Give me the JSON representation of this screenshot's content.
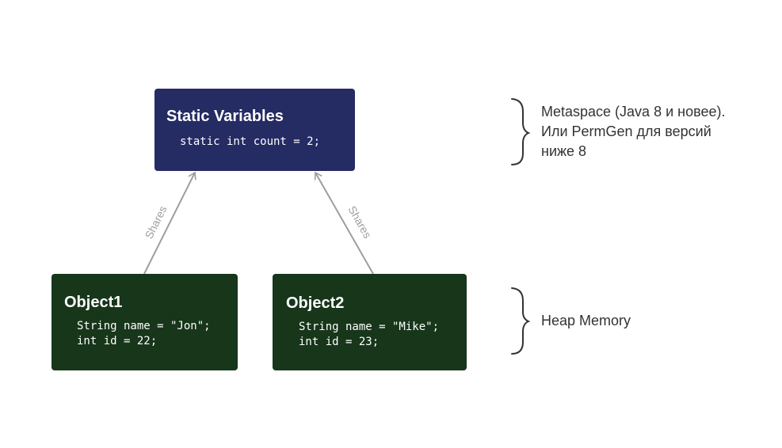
{
  "static_box": {
    "title": "Static Variables",
    "lines": [
      "static int count = 2;"
    ]
  },
  "objects": [
    {
      "title": "Object1",
      "lines": [
        "String name = \"Jon\";",
        "int id = 22;"
      ]
    },
    {
      "title": "Object2",
      "lines": [
        "String name = \"Mike\";",
        "int id = 23;"
      ]
    }
  ],
  "arrows": [
    {
      "label": "Shares"
    },
    {
      "label": "Shares"
    }
  ],
  "annotations": {
    "metaspace": [
      "Metaspace (Java 8 и новее).",
      "Или PermGen для версий",
      "ниже 8"
    ],
    "heap": [
      "Heap Memory"
    ]
  },
  "colors": {
    "static_box": "#252b63",
    "object_box": "#17361a",
    "arrow": "#9e9e9e",
    "brace": "#333333"
  }
}
